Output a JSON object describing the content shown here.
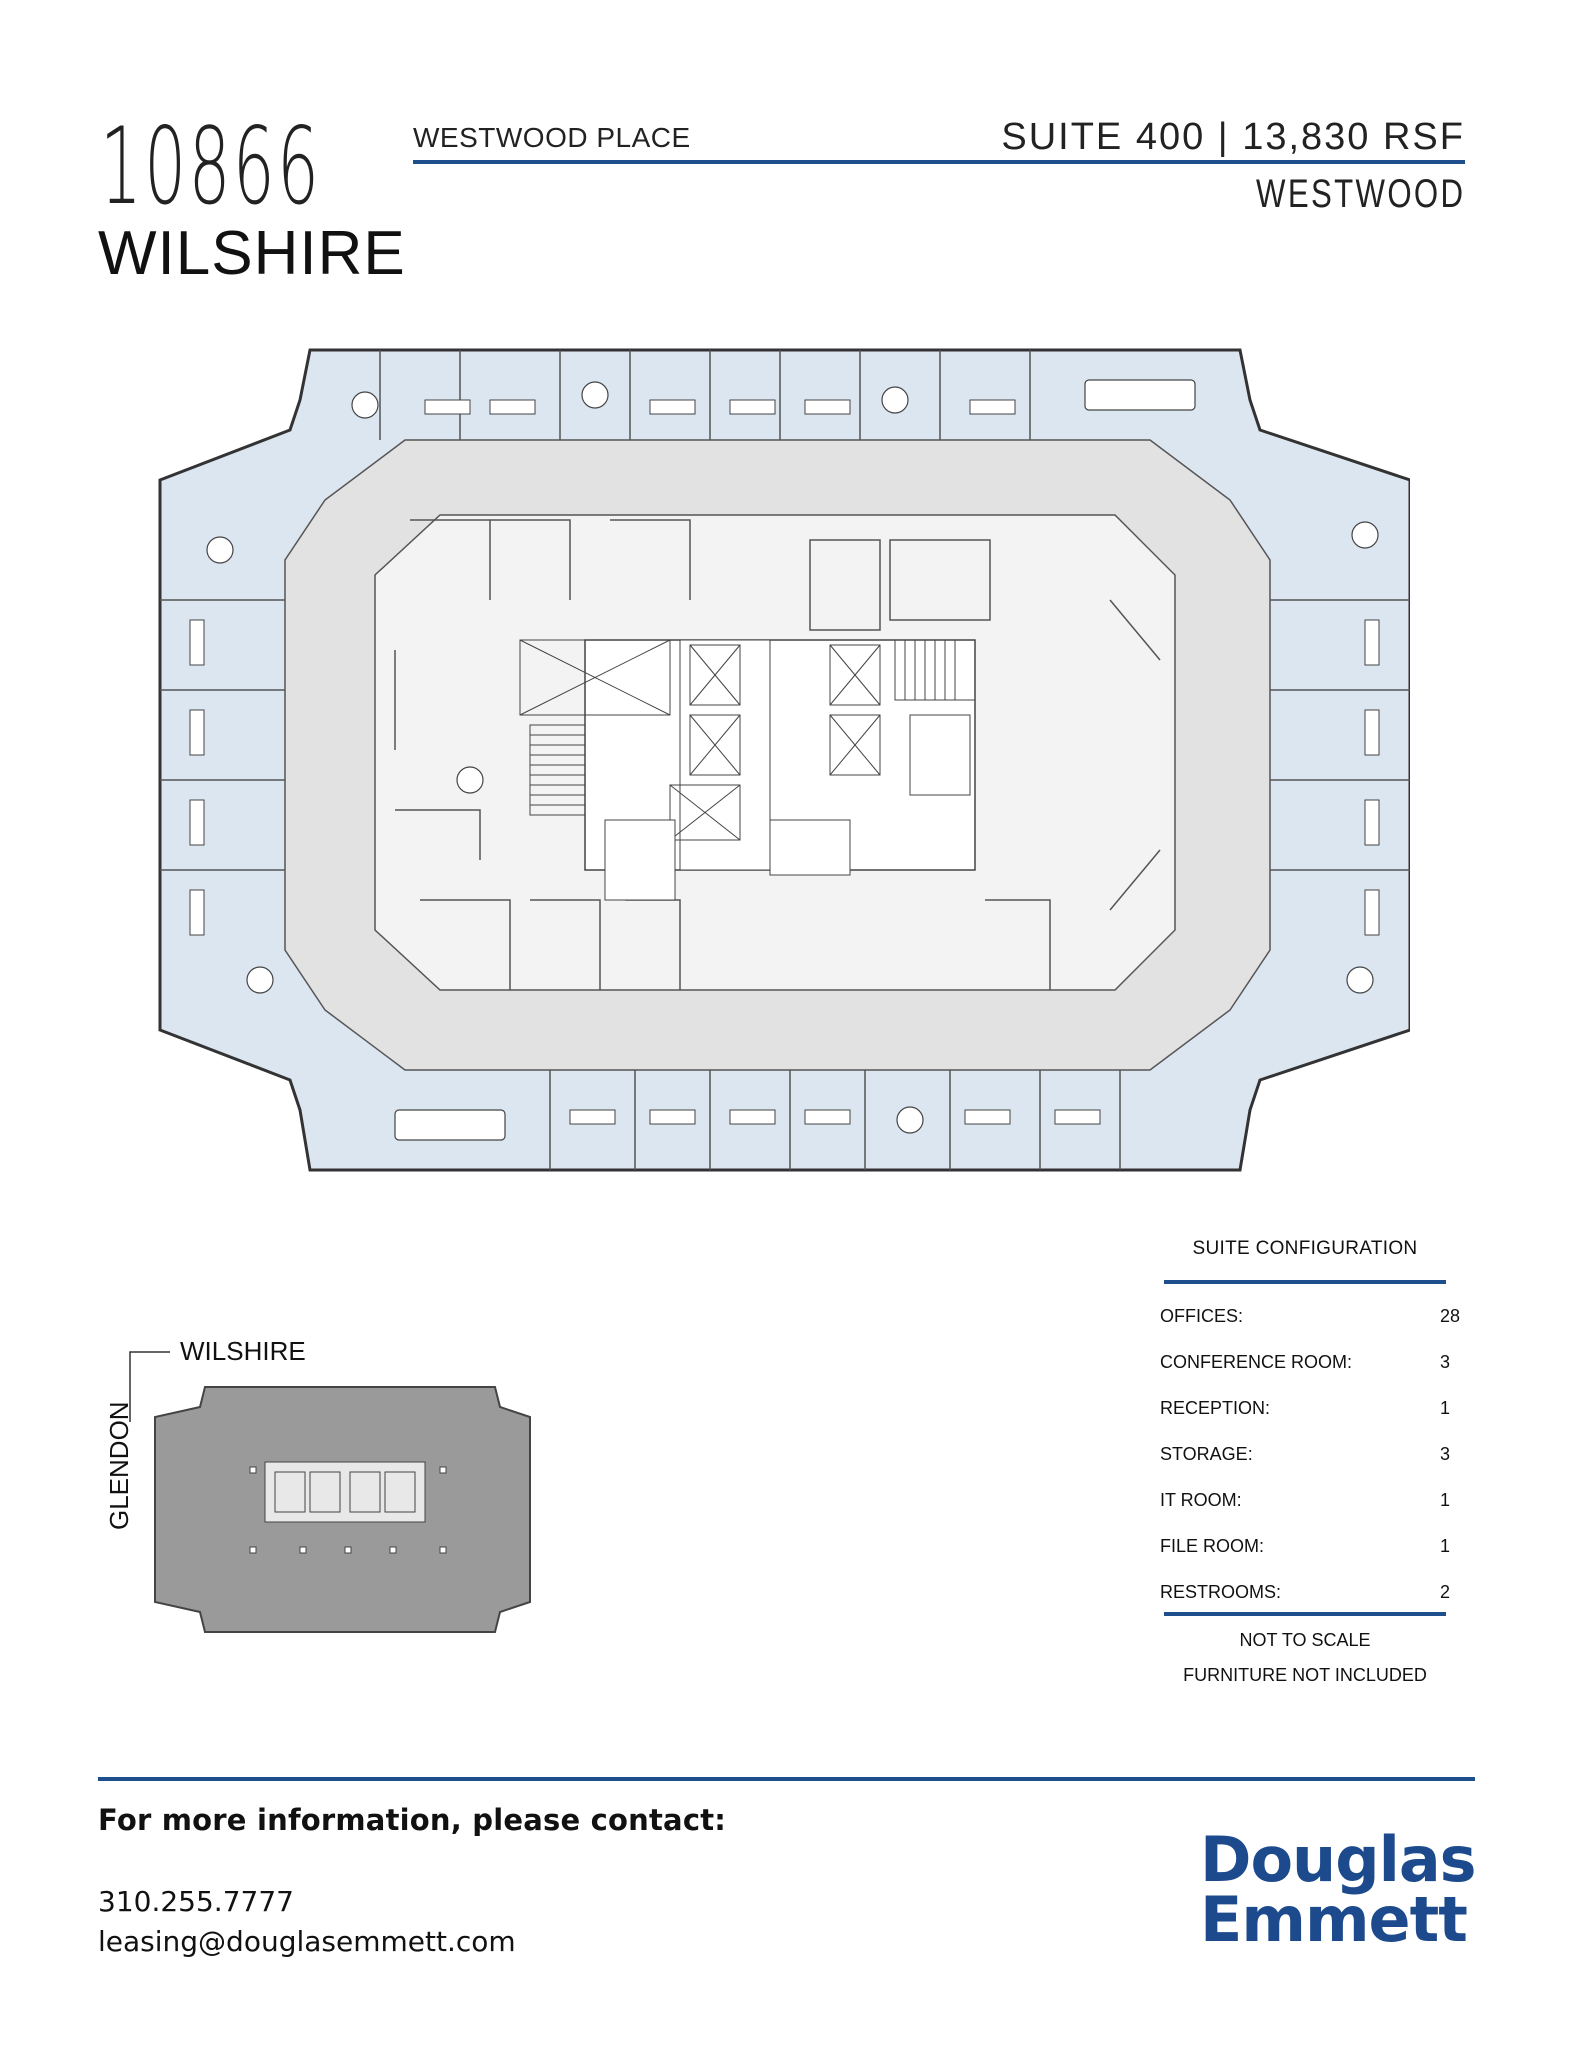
{
  "header": {
    "building_number": "10866",
    "building_street": "WILSHIRE",
    "location_name": "WESTWOOD PLACE",
    "suite_line": "SUITE 400 | 13,830 RSF",
    "area": "WESTWOOD"
  },
  "key_map": {
    "street_top": "WILSHIRE",
    "street_side": "GLENDON"
  },
  "configuration": {
    "title": "SUITE CONFIGURATION",
    "rows": [
      {
        "label": "OFFICES:",
        "value": "28"
      },
      {
        "label": "CONFERENCE ROOM:",
        "value": "3"
      },
      {
        "label": "RECEPTION:",
        "value": "1"
      },
      {
        "label": "STORAGE:",
        "value": "3"
      },
      {
        "label": "IT ROOM:",
        "value": "1"
      },
      {
        "label": "FILE ROOM:",
        "value": "1"
      },
      {
        "label": "RESTROOMS:",
        "value": "2"
      }
    ],
    "note_scale": "NOT TO SCALE",
    "note_furniture": "FURNITURE NOT INCLUDED"
  },
  "footer": {
    "contact_heading": "For more information, please contact:",
    "phone": "310.255.7777",
    "email": "leasing@douglasemmett.com",
    "logo_line1": "Douglas",
    "logo_line2": "Emmett"
  },
  "colors": {
    "brand_blue": "#1f4e8c",
    "room_fill": "#dce6f1",
    "corridor_fill": "#e4e4e4",
    "keymap_fill": "#9a9a9a"
  }
}
